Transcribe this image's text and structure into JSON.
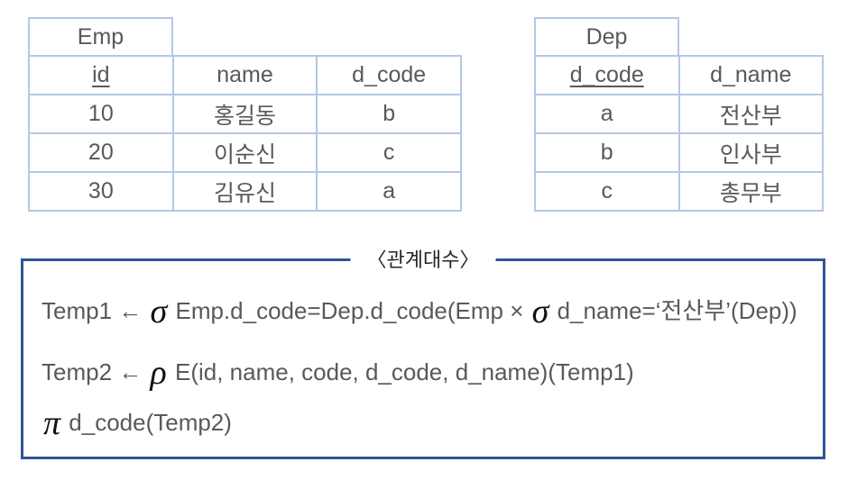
{
  "colors": {
    "table_border": "#b4c7e7",
    "box_border": "#2f5597",
    "text": "#595959",
    "operator": "#111111",
    "title": "#262626"
  },
  "emp_table": {
    "name": "Emp",
    "headers": [
      {
        "label": "id",
        "key": true
      },
      {
        "label": "name",
        "key": false
      },
      {
        "label": "d_code",
        "key": false
      }
    ],
    "rows": [
      [
        "10",
        "홍길동",
        "b"
      ],
      [
        "20",
        "이순신",
        "c"
      ],
      [
        "30",
        "김유신",
        "a"
      ]
    ]
  },
  "dep_table": {
    "name": "Dep",
    "headers": [
      {
        "label": "d_code",
        "key": true
      },
      {
        "label": "d_name",
        "key": false
      }
    ],
    "rows": [
      [
        "a",
        "전산부"
      ],
      [
        "b",
        "인사부"
      ],
      [
        "c",
        "총무부"
      ]
    ]
  },
  "algebra": {
    "title": "〈관계대수〉",
    "lines": [
      {
        "name": "temp1-expression",
        "segments": [
          {
            "style": "plain",
            "text": "Temp1 ← "
          },
          {
            "style": "greek",
            "text": "σ"
          },
          {
            "style": "plain",
            "text": " Emp.d_code=Dep.d_code(Emp × "
          },
          {
            "style": "greek",
            "text": "σ"
          },
          {
            "style": "plain",
            "text": " d_name=‘전산부’(Dep))"
          }
        ]
      },
      {
        "name": "temp2-expression",
        "segments": [
          {
            "style": "plain",
            "text": "Temp2 ← "
          },
          {
            "style": "greek",
            "text": "ρ"
          },
          {
            "style": "plain",
            "text": " E(id, name, code, d_code, d_name)(Temp1)"
          }
        ]
      },
      {
        "name": "projection-expression",
        "segments": [
          {
            "style": "greek",
            "text": "π"
          },
          {
            "style": "plain",
            "text": " d_code(Temp2)"
          }
        ]
      }
    ]
  }
}
